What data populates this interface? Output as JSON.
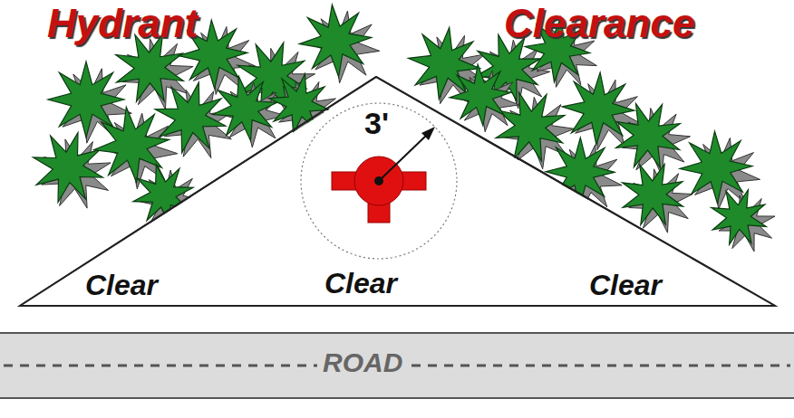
{
  "diagram": {
    "labels": [
      "Hydrant",
      "Clearance",
      "3'",
      "Clear",
      "Clear",
      "Clear",
      "ROAD"
    ]
  }
}
